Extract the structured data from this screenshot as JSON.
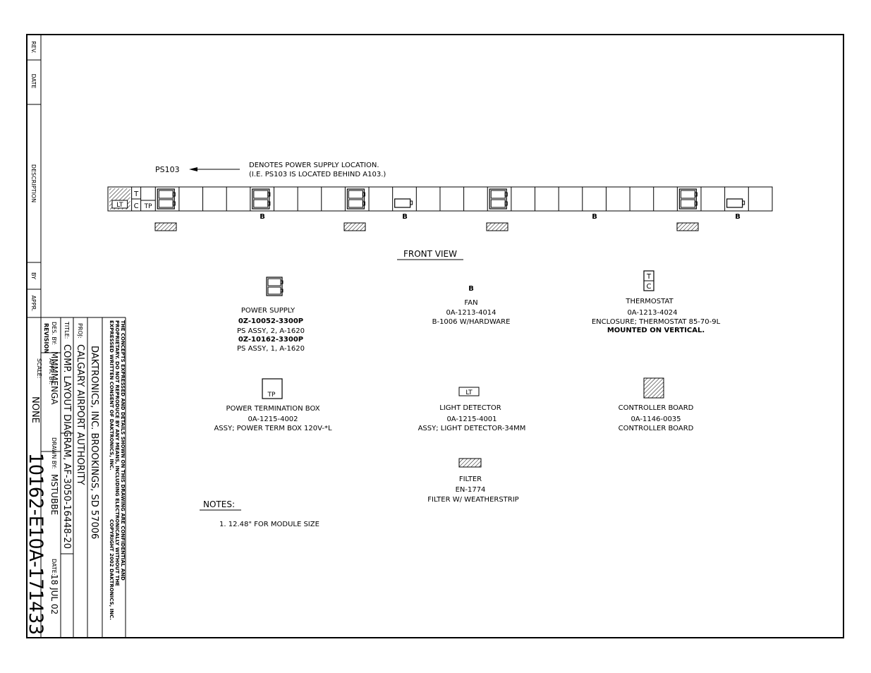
{
  "revision_block": {
    "rev_label": "REV.",
    "date_label": "DATE",
    "description_label": "DESCRIPTION",
    "by_label": "BY",
    "appr_label": "APPR."
  },
  "title_block": {
    "confidential_line1": "THE CONCEPTS EXPRESSED AND DETAILS SHOWN ON THIS DRAWING ARE CONFIDENTIAL AND",
    "confidential_line2": "PROPRIETARY. DO NOT REPRODUCE BY ANY MEANS, INCLUDING ELECTRONICALLY WITHOUT THE",
    "confidential_line3": "EXPRESSED WRITTEN CONSENT OF DAKTRONICS, INC.",
    "copyright": "COPYRIGHT 2002 DAKTRONICS, INC.",
    "company": "DAKTRONICS, INC.  BROOKINGS, SD  57006",
    "proj_label": "PROJ:",
    "proj_value": "CALGARY AIRPORT AUTHORITY",
    "title_label": "TITLE:",
    "title_value": "COMP. LAYOUT DIAGRAM, AF-3050-16448-20",
    "des_by_label": "DES. BY:",
    "des_by_value": "MMMMENGA",
    "drawn_by_label": "DRAWN BY:",
    "drawn_by_value": "MSTUBBE",
    "date_label": "DATE:",
    "date_value": "18 JUL 02",
    "revision_label": "REVISION",
    "appr_by_label": "APPR. BY:",
    "scale_label": "SCALE:",
    "scale_value": "NONE",
    "drawing_number": "10162-E10A-171433"
  },
  "callout": {
    "ref": "PS103",
    "line1": "DENOTES POWER SUPPLY LOCATION.",
    "line2": "(I.E. PS103 IS LOCATED BEHIND A103.)"
  },
  "strip_labels": {
    "lt": "LT",
    "t": "T",
    "c": "C",
    "tp": "TP",
    "fan": "B"
  },
  "front_view_label": "FRONT VIEW",
  "legend": {
    "power_supply": {
      "name": "POWER SUPPLY",
      "pn1": "0Z-10052-3300P",
      "desc1": "PS ASSY, 2, A-1620",
      "pn2": "0Z-10162-3300P",
      "desc2": "PS ASSY, 1, A-1620"
    },
    "fan": {
      "symbol": "B",
      "name": "FAN",
      "pn": "0A-1213-4014",
      "desc": "B-1006 W/HARDWARE"
    },
    "thermostat": {
      "symbol_t": "T",
      "symbol_c": "C",
      "name": "THERMOSTAT",
      "pn": "0A-1213-4024",
      "desc": "ENCLOSURE; THERMOSTAT 85-70-9L",
      "note": "MOUNTED ON VERTICAL."
    },
    "termination_box": {
      "symbol": "TP",
      "name": "POWER TERMINATION BOX",
      "pn": "0A-1215-4002",
      "desc": "ASSY; POWER TERM BOX 120V-*L"
    },
    "light_detector": {
      "symbol": "LT",
      "name": "LIGHT DETECTOR",
      "pn": "0A-1215-4001",
      "desc": "ASSY; LIGHT DETECTOR-34MM"
    },
    "controller_board": {
      "name": "CONTROLLER BOARD",
      "pn": "0A-1146-0035",
      "desc": "CONTROLLER BOARD"
    },
    "filter": {
      "name": "FILTER",
      "pn": "EN-1774",
      "desc": "FILTER W/ WEATHERSTRIP"
    }
  },
  "notes": {
    "title": "NOTES:",
    "items": [
      "1.   12.48\" FOR MODULE SIZE"
    ]
  }
}
